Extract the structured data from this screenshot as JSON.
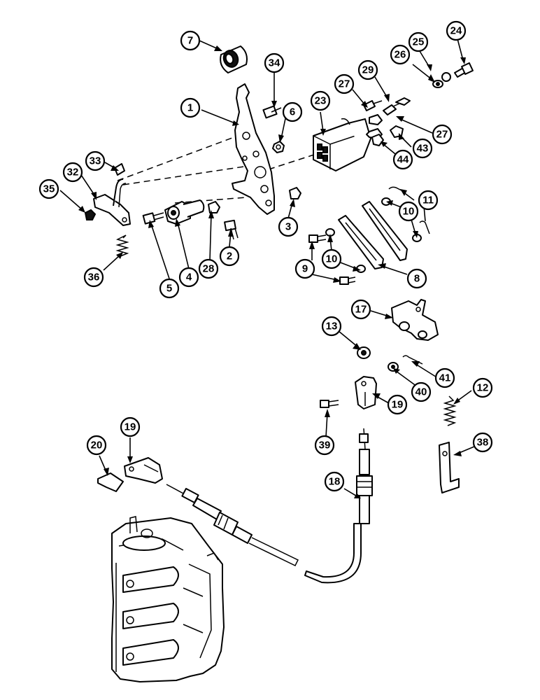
{
  "callouts": [
    {
      "id": "c7",
      "label": "7"
    },
    {
      "id": "c34",
      "label": "34"
    },
    {
      "id": "c24",
      "label": "24"
    },
    {
      "id": "c25",
      "label": "25"
    },
    {
      "id": "c26",
      "label": "26"
    },
    {
      "id": "c29",
      "label": "29"
    },
    {
      "id": "c27a",
      "label": "27"
    },
    {
      "id": "c1",
      "label": "1"
    },
    {
      "id": "c6",
      "label": "6"
    },
    {
      "id": "c23",
      "label": "23"
    },
    {
      "id": "c27b",
      "label": "27"
    },
    {
      "id": "c43",
      "label": "43"
    },
    {
      "id": "c44",
      "label": "44"
    },
    {
      "id": "c33",
      "label": "33"
    },
    {
      "id": "c32",
      "label": "32"
    },
    {
      "id": "c35",
      "label": "35"
    },
    {
      "id": "c3",
      "label": "3"
    },
    {
      "id": "c11",
      "label": "11"
    },
    {
      "id": "c10a",
      "label": "10"
    },
    {
      "id": "c28",
      "label": "28"
    },
    {
      "id": "c2",
      "label": "2"
    },
    {
      "id": "c36",
      "label": "36"
    },
    {
      "id": "c5",
      "label": "5"
    },
    {
      "id": "c4",
      "label": "4"
    },
    {
      "id": "c9",
      "label": "9"
    },
    {
      "id": "c10b",
      "label": "10"
    },
    {
      "id": "c8",
      "label": "8"
    },
    {
      "id": "c17",
      "label": "17"
    },
    {
      "id": "c13",
      "label": "13"
    },
    {
      "id": "c41",
      "label": "41"
    },
    {
      "id": "c40",
      "label": "40"
    },
    {
      "id": "c19a",
      "label": "19"
    },
    {
      "id": "c12",
      "label": "12"
    },
    {
      "id": "c39",
      "label": "39"
    },
    {
      "id": "c38",
      "label": "38"
    },
    {
      "id": "c19b",
      "label": "19"
    },
    {
      "id": "c20",
      "label": "20"
    },
    {
      "id": "c18",
      "label": "18"
    }
  ]
}
